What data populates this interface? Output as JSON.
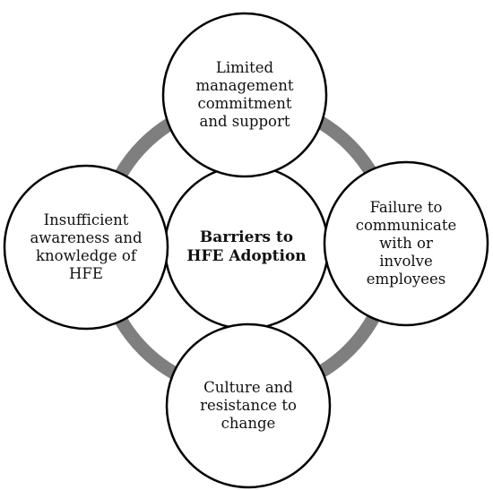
{
  "diagram": {
    "center": {
      "label": "Barriers to\nHFE Adoption"
    },
    "nodes": [
      {
        "label": "Limited\nmanagement\ncommitment\nand support"
      },
      {
        "label": "Failure to\ncommunicate\nwith or\ninvolve\nemployees"
      },
      {
        "label": "Culture and\nresistance to\nchange"
      },
      {
        "label": "Insufficient\nawareness and\nknowledge of\nHFE"
      }
    ],
    "colors": {
      "ring": "#7f7f7f",
      "circle_stroke": "#000000",
      "circle_fill": "#ffffff",
      "text": "#111111"
    }
  }
}
